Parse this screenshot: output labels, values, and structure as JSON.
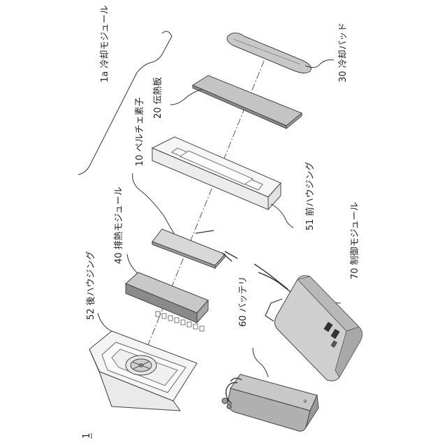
{
  "figure": {
    "number": "1",
    "labels": {
      "cooling_module": "1a 冷却モジュール",
      "heat_transfer_plate": "20 伝熱板",
      "cooling_pad": "30 冷却パッド",
      "peltier": "10 ペルチェ素子",
      "front_housing": "51 前ハウジング",
      "heat_exhaust_module": "40 排熱モジュール",
      "rear_housing": "52 後ハウジング",
      "control_module": "70 制御モジュール",
      "battery": "60 バッテリ"
    }
  },
  "colors": {
    "line": "#444444",
    "plate_fill": "#c4c4c4",
    "housing_fill": "#f4f4f4",
    "device_fill": "#cfcfcf",
    "dark_fill": "#9a9a9a"
  }
}
